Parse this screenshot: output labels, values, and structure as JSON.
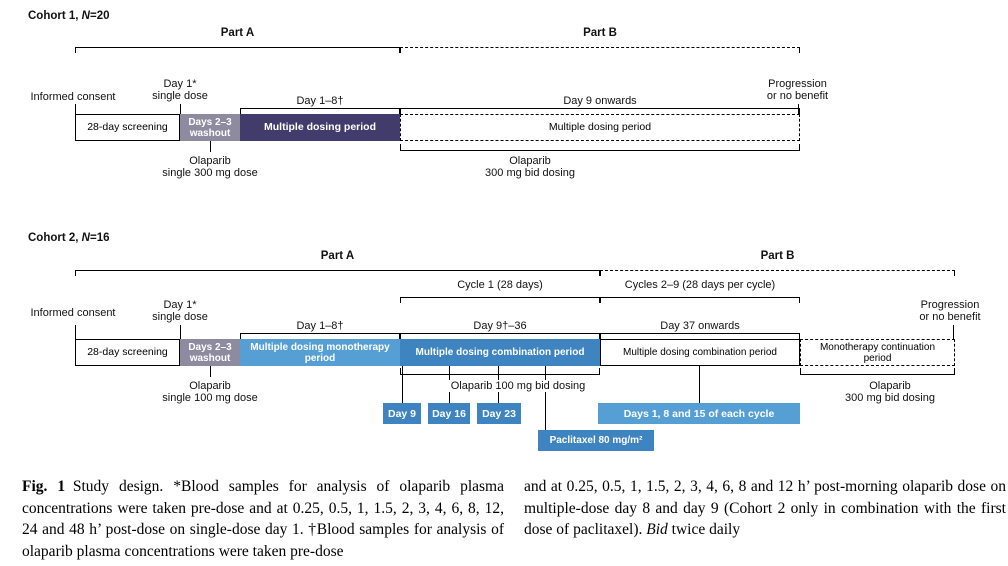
{
  "colors": {
    "navy": "#413c6b",
    "gray": "#8e8aa0",
    "light_blue": "#569fd4",
    "dark_blue": "#3e84c1"
  },
  "cohort1": {
    "title_prefix": "Cohort 1, ",
    "title_n": "N",
    "title_suffix": "=20",
    "part_a": "Part A",
    "part_b": "Part B",
    "informed_consent": "Informed consent",
    "day1_line1": "Day 1*",
    "day1_line2": "single dose",
    "progression_line1": "Progression",
    "progression_line2": "or no benefit",
    "day18_label": "Day 1–8†",
    "day9_onwards_label": "Day 9 onwards",
    "screening": "28-day screening",
    "washout_line1": "Days 2–3",
    "washout_line2": "washout",
    "dosing_box": "Multiple dosing period",
    "partb_box": "Multiple dosing period",
    "olaparib_single_line1": "Olaparib",
    "olaparib_single_line2": "single 300 mg dose",
    "olaparib_bid_line1": "Olaparib",
    "olaparib_bid_line2": "300 mg bid dosing"
  },
  "cohort2": {
    "title_prefix": "Cohort 2, ",
    "title_n": "N",
    "title_suffix": "=16",
    "part_a": "Part A",
    "part_b": "Part B",
    "cycle1_label": "Cycle 1 (28 days)",
    "cycles29_label": "Cycles 2–9 (28 days per cycle)",
    "informed_consent": "Informed consent",
    "day1_line1": "Day 1*",
    "day1_line2": "single dose",
    "progression_line1": "Progression",
    "progression_line2": "or no benefit",
    "day18_label": "Day 1–8†",
    "day936_label": "Day 9†–36",
    "day37_label": "Day 37 onwards",
    "screening": "28-day screening",
    "washout_line1": "Days 2–3",
    "washout_line2": "washout",
    "mono_box_line1": "Multiple dosing monotherapy",
    "mono_box_line2": "period",
    "combo_box": "Multiple dosing combination period",
    "combo_continue_box": "Multiple dosing combination period",
    "mono_continue_line1": "Monotherapy continuation",
    "mono_continue_line2": "period",
    "olaparib_single_line1": "Olaparib",
    "olaparib_single_line2": "single 100 mg dose",
    "olaparib_100_label": "Olaparib 100 mg bid dosing",
    "olaparib_300_line1": "Olaparib",
    "olaparib_300_line2": "300 mg bid dosing",
    "day9_box": "Day 9",
    "day16_box": "Day 16",
    "day23_box": "Day 23",
    "days_cycle_box": "Days 1, 8 and 15 of each cycle",
    "paclitaxel_box": "Paclitaxel 80 mg/m²"
  },
  "caption": {
    "left": {
      "fig_label": "Fig. 1",
      "text": " Study design. *Blood samples for analysis of olaparib plasma concentrations were taken pre-dose and at 0.25, 0.5, 1, 1.5, 2, 3, 4, 6, 8, 12, 24 and 48 h’ post-dose on single-dose day 1. †Blood samples for analysis of olaparib plasma concentrations were taken pre-dose",
      "asterisk_note_marker": "*",
      "dagger_note_marker": "†"
    },
    "right": {
      "text": "and at 0.25, 0.5, 1, 1.5, 2, 3, 4, 6, 8 and 12 h’ post-morning olaparib dose on multiple-dose day 8 and day 9 (Cohort 2 only in combination with the first dose of paclitaxel). ",
      "bid_italic": "Bid",
      "suffix": " twice daily"
    }
  }
}
